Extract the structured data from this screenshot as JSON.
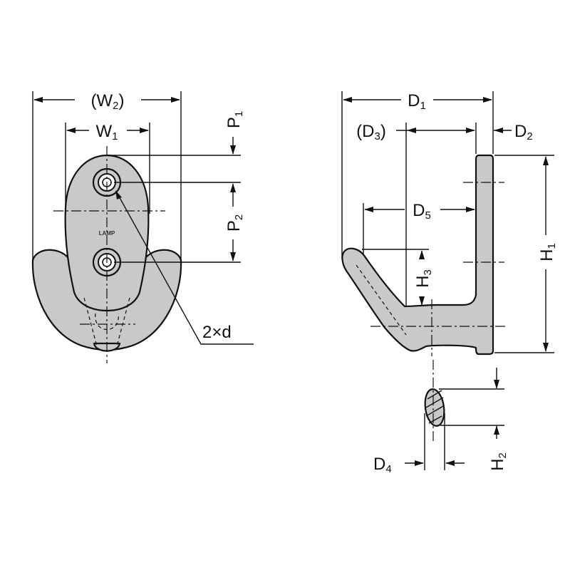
{
  "front_view": {
    "w2": {
      "prefix": "(W",
      "sub": "2",
      "suffix": ")"
    },
    "w1": {
      "prefix": "W",
      "sub": "1"
    },
    "p1": {
      "prefix": "P",
      "sub": "1"
    },
    "p2": {
      "prefix": "P",
      "sub": "2"
    },
    "hole_note": "2×d",
    "logo_text": "LAMP"
  },
  "side_view": {
    "d1": {
      "prefix": "D",
      "sub": "1"
    },
    "d3": {
      "prefix": "(D",
      "sub": "3",
      "suffix": ")"
    },
    "d2": {
      "prefix": "D",
      "sub": "2"
    },
    "d5": {
      "prefix": "D",
      "sub": "5"
    },
    "h1": {
      "prefix": "H",
      "sub": "1"
    },
    "h3": {
      "prefix": "H",
      "sub": "3"
    }
  },
  "section_view": {
    "d4": {
      "prefix": "D",
      "sub": "4"
    },
    "h2": {
      "prefix": "H",
      "sub": "2"
    }
  }
}
